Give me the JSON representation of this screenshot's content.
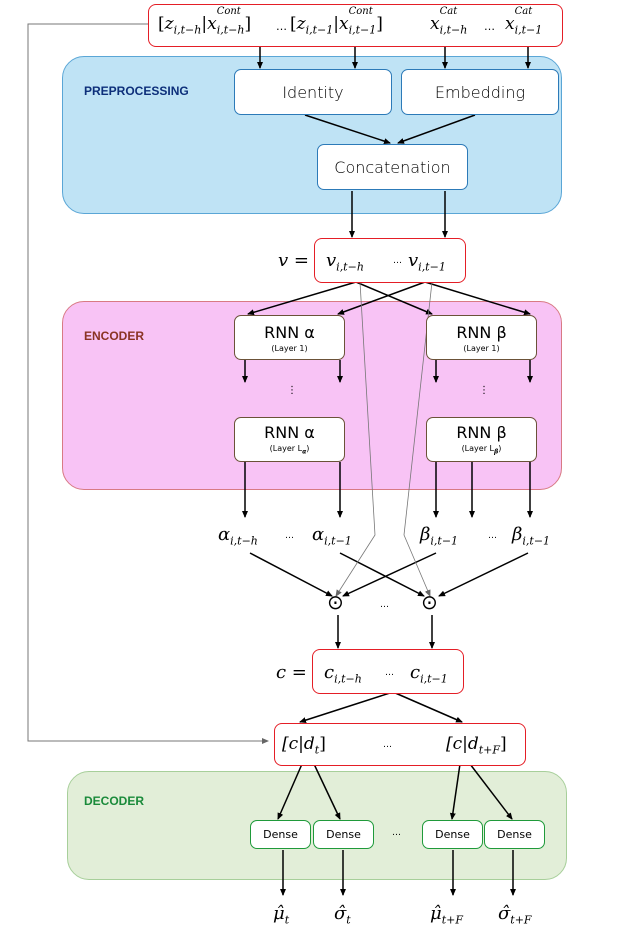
{
  "panels": {
    "preprocessing": {
      "label": "PREPROCESSING",
      "color": "#0d2f7a",
      "bg": "#bfe3f5",
      "border": "#5aa6d6"
    },
    "encoder": {
      "label": "ENCODER",
      "color": "#8a3324",
      "bg": "#f8c3f5",
      "border": "#d87a84"
    },
    "decoder": {
      "label": "DECODER",
      "color": "#1a8a3a",
      "bg": "#e2eed8",
      "border": "#a7cf9a"
    }
  },
  "input_row": {
    "cont_first": "[z_{i,t−h} | x^{Cont}_{i,t−h}]",
    "sep_dots": "…",
    "cont_last": "[z_{i,t−1} | x^{Cont}_{i,t−1}]",
    "cat_first": "x^{Cat}_{i,t−h}",
    "cat_dots": "…",
    "cat_last": "x^{Cat}_{i,t−1}"
  },
  "preprocessing_boxes": {
    "identity": "Identity",
    "embedding": "Embedding",
    "concatenation": "Concatenation"
  },
  "v_row": {
    "lhs": "v =",
    "first": "v",
    "first_sub": "i,t−h",
    "dots": "…",
    "last": "v",
    "last_sub": "i,t−1"
  },
  "encoder_boxes": {
    "rnn_alpha_l1": {
      "main": "RNN α",
      "sub": "(Layer 1)"
    },
    "rnn_beta_l1": {
      "main": "RNN β",
      "sub": "(Layer 1)"
    },
    "rnn_alpha_l": {
      "main": "RNN α",
      "sub": "(Layer L",
      "sub_idx": "α",
      "sub_end": ")"
    },
    "rnn_beta_l": {
      "main": "RNN β",
      "sub": "(Layer L",
      "sub_idx": "β",
      "sub_end": ")"
    },
    "vdots": "⋮"
  },
  "ab_row": {
    "alpha_first": "α",
    "alpha_first_sub": "i,t−h",
    "alpha_dots": "…",
    "alpha_last": "α",
    "alpha_last_sub": "i,t−1",
    "beta_first": "β",
    "beta_first_sub": "i,t−1",
    "beta_dots": "…",
    "beta_last": "β",
    "beta_last_sub": "i,t−1"
  },
  "hadamard": {
    "symbol": "⊙",
    "dots": "…"
  },
  "c_row": {
    "lhs": "c =",
    "first": "c",
    "first_sub": "i,t−h",
    "dots": "…",
    "last": "c",
    "last_sub": "i,t−1"
  },
  "cd_row": {
    "first": "[c|d",
    "first_sub": "t",
    "first_end": "]",
    "dots": "…",
    "last": "[c|d",
    "last_sub": "t+F",
    "last_end": "]"
  },
  "decoder": {
    "dense": "Dense",
    "dots": "…"
  },
  "outputs": {
    "mu_t": "μ̂",
    "mu_t_sub": "t",
    "sigma_t": "σ̂",
    "sigma_t_sub": "t",
    "mu_tF": "μ̂",
    "mu_tF_sub": "t+F",
    "sigma_tF": "σ̂",
    "sigma_tF_sub": "t+F"
  }
}
